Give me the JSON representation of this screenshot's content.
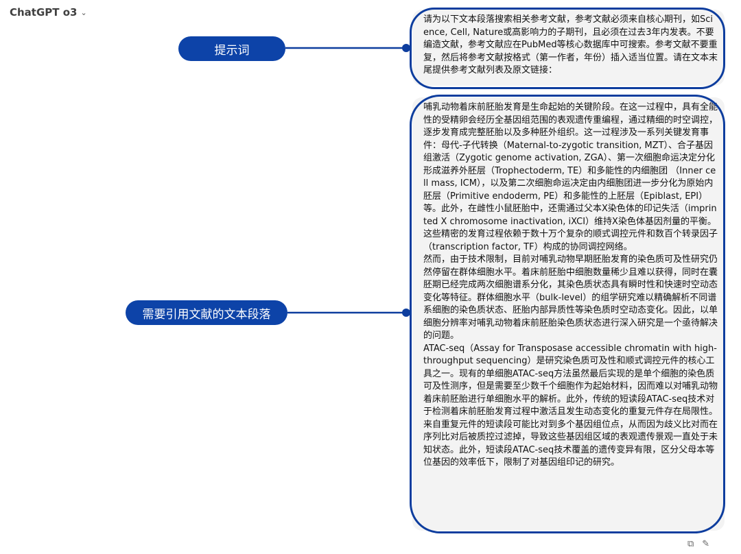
{
  "header": {
    "model_name": "ChatGPT o3",
    "chevron_icon": "chevron-down-icon"
  },
  "annotations": {
    "prompt_label": "提示词",
    "text_label": "需要引用文献的文本段落"
  },
  "messages": {
    "prompt": "请为以下文本段落搜索相关参考文献，参考文献必须来自核心期刊，如Science, Cell, Nature或高影响力的子期刊，且必须在过去3年内发表。不要编造文献，参考文献应在PubMed等核心数据库中可搜索。参考文献不要重复，然后将参考文献按格式（第一作者，年份）插入适当位置。请在文本末尾提供参考文献列表及原文链接：",
    "paragraphs": [
      "哺乳动物着床前胚胎发育是生命起始的关键阶段。在这一过程中，具有全能性的受精卵会经历全基因组范围的表观遗传重编程，通过精细的时空调控，逐步发育成完整胚胎以及多种胚外组织。这一过程涉及一系列关键发育事件：母代-子代转换（Maternal-to-zygotic transition, MZT）、合子基因组激活（Zygotic genome activation, ZGA）、第一次细胞命运决定分化形成滋养外胚层（Trophectoderm, TE）和多能性的内细胞团 （Inner cell mass, ICM），以及第二次细胞命运决定由内细胞团进一步分化为原始内胚层（Primitive endoderm, PE）和多能性的上胚层（Epiblast, EPI）等。此外，在雌性小鼠胚胎中，还需通过父本X染色体的印记失活（imprinted X chromosome inactivation, iXCI）维持X染色体基因剂量的平衡。这些精密的发育过程依赖于数十万个复杂的顺式调控元件和数百个转录因子（transcription factor, TF）构成的协同调控网络。",
      "然而，由于技术限制，目前对哺乳动物早期胚胎发育的染色质可及性研究仍然停留在群体细胞水平。着床前胚胎中细胞数量稀少且难以获得，同时在囊胚期已经完成两次细胞谱系分化，其染色质状态具有瞬时性和快速时空动态变化等特征。群体细胞水平（bulk-level）的组学研究难以精确解析不同谱系细胞的染色质状态、胚胎内部异质性等染色质时空动态变化。因此，以单细胞分辨率对哺乳动物着床前胚胎染色质状态进行深入研究是一个亟待解决的问题。",
      "ATAC-seq（Assay for Transposase accessible chromatin with high-throughput sequencing）是研究染色质可及性和顺式调控元件的核心工具之一。现有的单细胞ATAC-seq方法虽然最后实现的是单个细胞的染色质可及性测序，但是需要至少数千个细胞作为起始材料，因而难以对哺乳动物着床前胚胎进行单细胞水平的解析。此外，传统的短读段ATAC-seq技术对于检测着床前胚胎发育过程中激活且发生动态变化的重复元件存在局限性。来自重复元件的短读段可能比对到多个基因组位点，从而因为歧义比对而在序列比对后被质控过滤掉，导致这些基因组区域的表观遗传景观一直处于未知状态。此外，短读段ATAC-seq技术覆盖的遗传变异有限，区分父母本等位基因的效率低下，限制了对基因组印记的研究。"
    ]
  },
  "footer": {
    "copy_icon": "copy-icon",
    "edit_icon": "edit-icon"
  },
  "colors": {
    "accent": "#0d43a8",
    "bubble_bg": "#f3f3f3"
  }
}
